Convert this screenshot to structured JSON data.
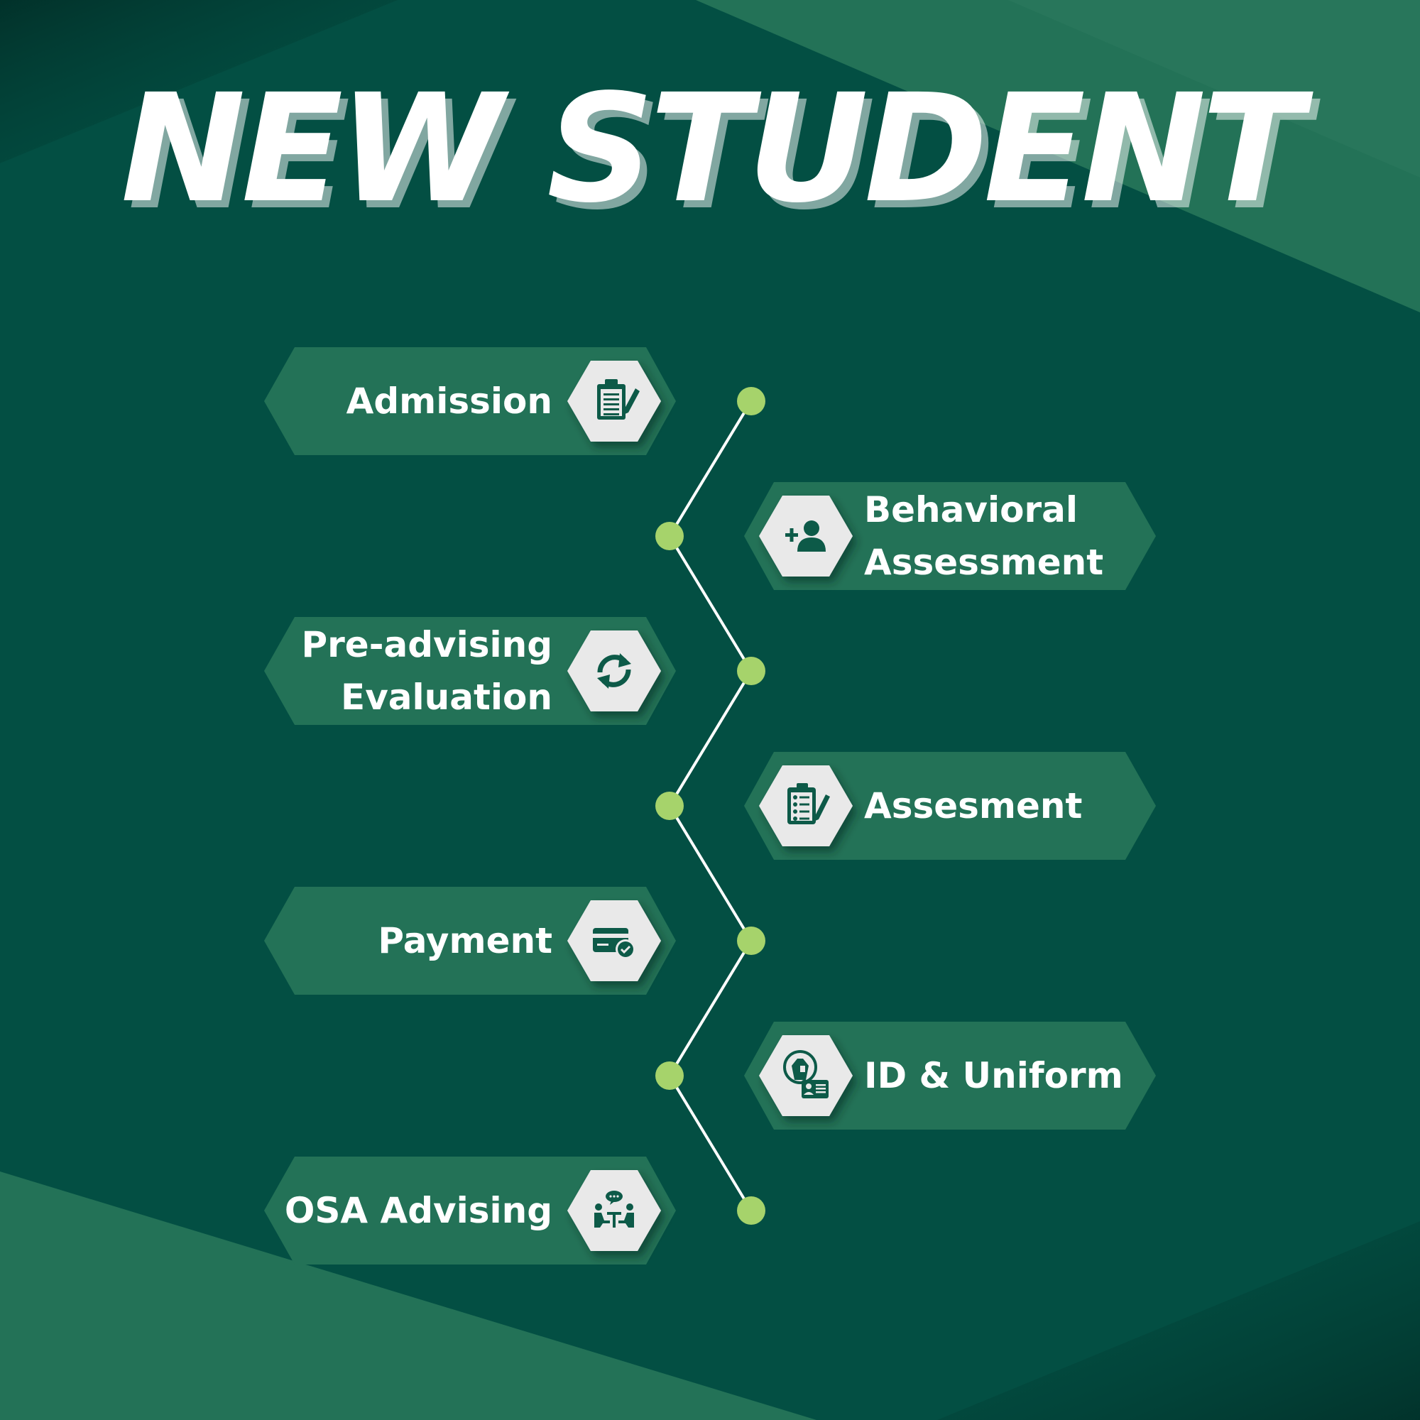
{
  "title": "NEW STUDENT",
  "colors": {
    "background": "#034f43",
    "band": "#237257",
    "card": "#237257",
    "badge": "#e9e9e9",
    "icon": "#0d5a48",
    "connector": "#ffffff",
    "node": "#a6d36b",
    "text": "#ffffff"
  },
  "steps": [
    {
      "label_lines": [
        "Admission"
      ],
      "icon": "clipboard-pencil-icon",
      "side": "left"
    },
    {
      "label_lines": [
        "Behavioral",
        "Assessment"
      ],
      "icon": "add-user-icon",
      "side": "right"
    },
    {
      "label_lines": [
        "Pre-advising",
        "Evaluation"
      ],
      "icon": "refresh-icon",
      "side": "left"
    },
    {
      "label_lines": [
        "Assesment"
      ],
      "icon": "checklist-pencil-icon",
      "side": "right"
    },
    {
      "label_lines": [
        "Payment"
      ],
      "icon": "credit-card-check-icon",
      "side": "left"
    },
    {
      "label_lines": [
        "ID & Uniform"
      ],
      "icon": "id-card-uniform-icon",
      "side": "right"
    },
    {
      "label_lines": [
        "OSA Advising"
      ],
      "icon": "meeting-chat-icon",
      "side": "left"
    }
  ]
}
